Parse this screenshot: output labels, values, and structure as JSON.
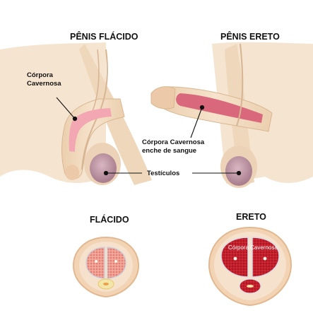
{
  "titles": {
    "flaccid": "PÊNIS FLÁCIDO",
    "erect": "PÊNIS ERETO"
  },
  "labels": {
    "corpora_line1": "Córpora",
    "corpora_line2": "Cavernosa",
    "engorged_line1": "Córpora Cavernosa",
    "engorged_line2": "enche de sangue",
    "testicles": "Testículos"
  },
  "cross_sections": {
    "flaccid_title": "FLÁCIDO",
    "erect_title": "ERETO",
    "erect_inner_label": "Córpora Cavernosa"
  },
  "colors": {
    "skin": "#f2dcc1",
    "skin_shadow": "#e2c29e",
    "corpora_flaccid": "#f0a6b0",
    "corpora_erect": "#d9687c",
    "testicle": "#b98f9e",
    "tissue_flaccid": "#e99a8e",
    "tissue_erect": "#c8202d"
  }
}
